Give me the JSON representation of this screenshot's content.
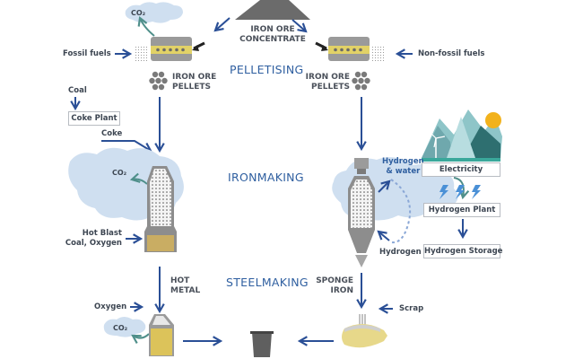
{
  "stages": {
    "pelletising": "PELLETISING",
    "ironmaking": "IRONMAKING",
    "steelmaking": "STEELMAKING"
  },
  "top": {
    "iron_ore_concentrate": [
      "IRON ORE",
      "CONCENTRATE"
    ]
  },
  "left_route": {
    "co2_pellet": "CO₂",
    "fossil_fuels": "Fossil fuels",
    "pellets": [
      "IRON ORE",
      "PELLETS"
    ],
    "coal": "Coal",
    "coke_plant": "Coke Plant",
    "coke": "Coke",
    "co2_blast": "CO₂",
    "hot_blast": [
      "Hot Blast",
      "Coal, Oxygen"
    ],
    "hot_metal": [
      "HOT",
      "METAL"
    ],
    "oxygen": "Oxygen",
    "co2_converter": "CO₂"
  },
  "right_route": {
    "non_fossil_fuels": "Non-fossil fuels",
    "pellets": [
      "IRON ORE",
      "PELLETS"
    ],
    "hydrogen_water": [
      "Hydrogen",
      "& water"
    ],
    "hydrogen": "Hydrogen",
    "electricity": "Electricity",
    "hydrogen_plant": "Hydrogen Plant",
    "hydrogen_storage": "Hydrogen Storage",
    "sponge_iron": [
      "SPONGE",
      "IRON"
    ],
    "scrap": "Scrap"
  },
  "colors": {
    "arrow_blue": "#2a4f96",
    "teal_arrow": "#4f8f8a",
    "cloud": "#cfdff0",
    "stage_text": "#2f5fa0",
    "sun": "#f2b21c",
    "mountain_teal": "#3e8c8c"
  }
}
